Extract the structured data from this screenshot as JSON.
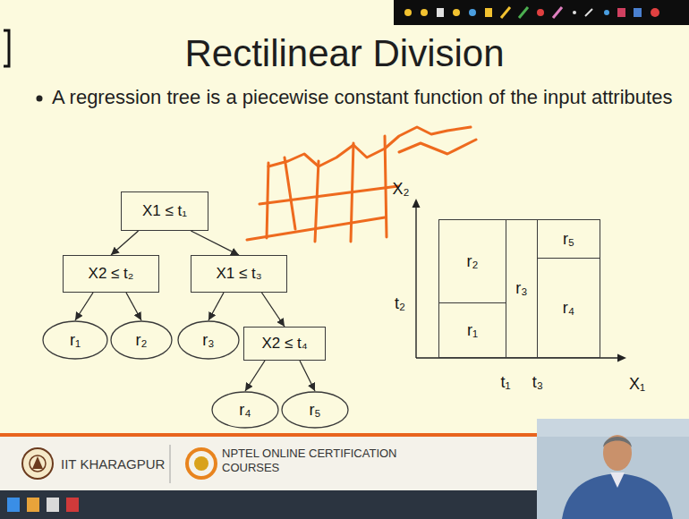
{
  "diagram": {
    "title": "Rectilinear Division",
    "nodes": [
      {
        "text": [
          "X1 ≤ t₁"
        ]
      },
      {
        "text": [
          "X2 ≤ t₂"
        ]
      },
      {
        "text": [
          "X1 ≤ t₃"
        ]
      },
      {
        "text": [
          "r₁"
        ]
      },
      {
        "text": [
          "r₂"
        ]
      },
      {
        "text": [
          "r₃"
        ]
      },
      {
        "text": [
          "X2 ≤ t₄"
        ]
      },
      {
        "text": [
          "r₄"
        ]
      },
      {
        "text": [
          "r₅"
        ]
      },
      {
        "text": [
          "r₂"
        ]
      },
      {
        "text": [
          "r₁"
        ]
      },
      {
        "text": [
          "r₃"
        ]
      },
      {
        "text": [
          "r₅"
        ]
      },
      {
        "text": [
          "r₄"
        ]
      }
    ],
    "edges": [
      {
        "from": 0,
        "to": 1,
        "arrow": "to"
      },
      {
        "from": 0,
        "to": 2,
        "arrow": "to"
      },
      {
        "from": 1,
        "to": 3,
        "arrow": "to"
      },
      {
        "from": 1,
        "to": 4,
        "arrow": "to"
      },
      {
        "from": 2,
        "to": 5,
        "arrow": "to"
      },
      {
        "from": 2,
        "to": 6,
        "arrow": "to"
      },
      {
        "from": 6,
        "to": 7,
        "arrow": "to"
      },
      {
        "from": 6,
        "to": 8,
        "arrow": "to"
      }
    ],
    "labels": [
      "A regression tree is a piecewise constant function of the input attributes",
      "X₂",
      "t₂",
      "t₁",
      "t₃",
      "X₁",
      "IIT KHARAGPUR",
      "NPTEL ONLINE CERTIFICATION COURSES"
    ]
  }
}
